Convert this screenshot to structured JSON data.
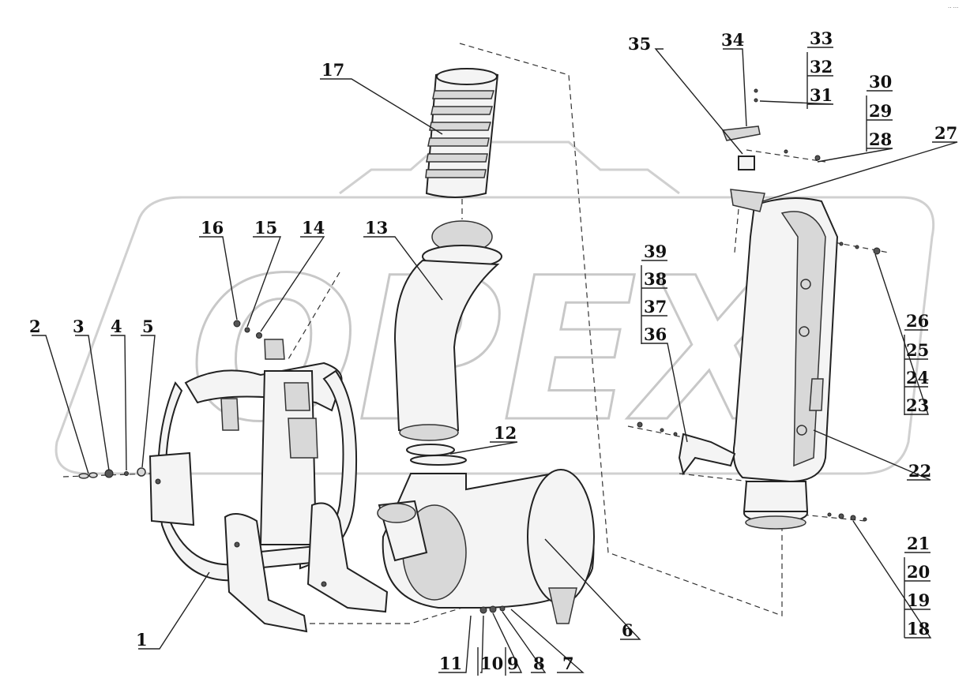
{
  "watermark": "OPEX",
  "corner_text": "·· ···",
  "callouts": {
    "c1": "1",
    "c2": "2",
    "c3": "3",
    "c4": "4",
    "c5": "5",
    "c6": "6",
    "c7": "7",
    "c8": "8",
    "c9": "9",
    "c10": "10",
    "c11": "11",
    "c12": "12",
    "c13": "13",
    "c14": "14",
    "c15": "15",
    "c16": "16",
    "c17": "17",
    "c18": "18",
    "c19": "19",
    "c20": "20",
    "c21": "21",
    "c22": "22",
    "c23": "23",
    "c24": "24",
    "c25": "25",
    "c26": "26",
    "c27": "27",
    "c28": "28",
    "c29": "29",
    "c30": "30",
    "c31": "31",
    "c32": "32",
    "c33": "33",
    "c34": "34",
    "c35": "35",
    "c36": "36",
    "c37": "37",
    "c38": "38",
    "c39": "39"
  }
}
